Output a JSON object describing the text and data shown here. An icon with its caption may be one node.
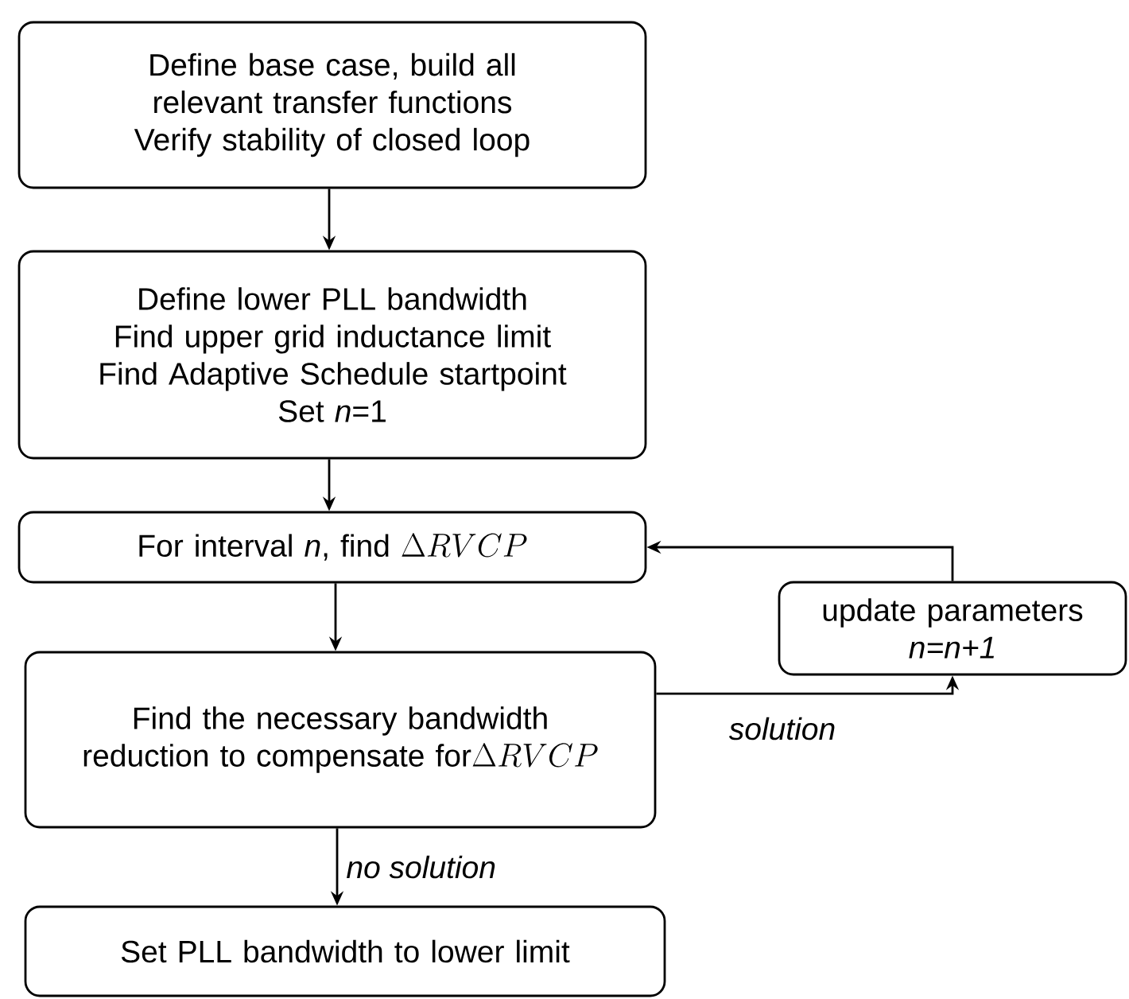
{
  "diagram": {
    "nodes": [
      {
        "text": [
          "Define base case, build all relevant transfer functions",
          "Verify stability of closed loop"
        ]
      },
      {
        "text": [
          "Define lower PLL bandwidth",
          "Find upper grid inductance limit",
          "Find Adaptive Schedule startpoint",
          "Set *n*=1"
        ]
      },
      {
        "text": [
          "For interval *n*, find",
          "\\Delta RVCP"
        ]
      },
      {
        "text": [
          "Find the necessary bandwidth reduction to compensate for",
          "\\Delta RVCP"
        ]
      },
      {
        "text": [
          "Set PLL bandwidth to lower limit"
        ]
      },
      {
        "text": [
          "update parameters",
          "*n*=*n*+1"
        ]
      }
    ],
    "edges": [
      {
        "from": 0,
        "to": 1,
        "arrow": "to"
      },
      {
        "from": 1,
        "to": 2,
        "arrow": "to"
      },
      {
        "from": 2,
        "to": 3,
        "arrow": "to"
      },
      {
        "from": 3,
        "to": 4,
        "arrow": "to",
        "label": "no solution"
      },
      {
        "from": 3,
        "to": 5,
        "arrow": "to",
        "label": "solution"
      },
      {
        "from": 5,
        "to": 2,
        "arrow": "to"
      }
    ]
  }
}
